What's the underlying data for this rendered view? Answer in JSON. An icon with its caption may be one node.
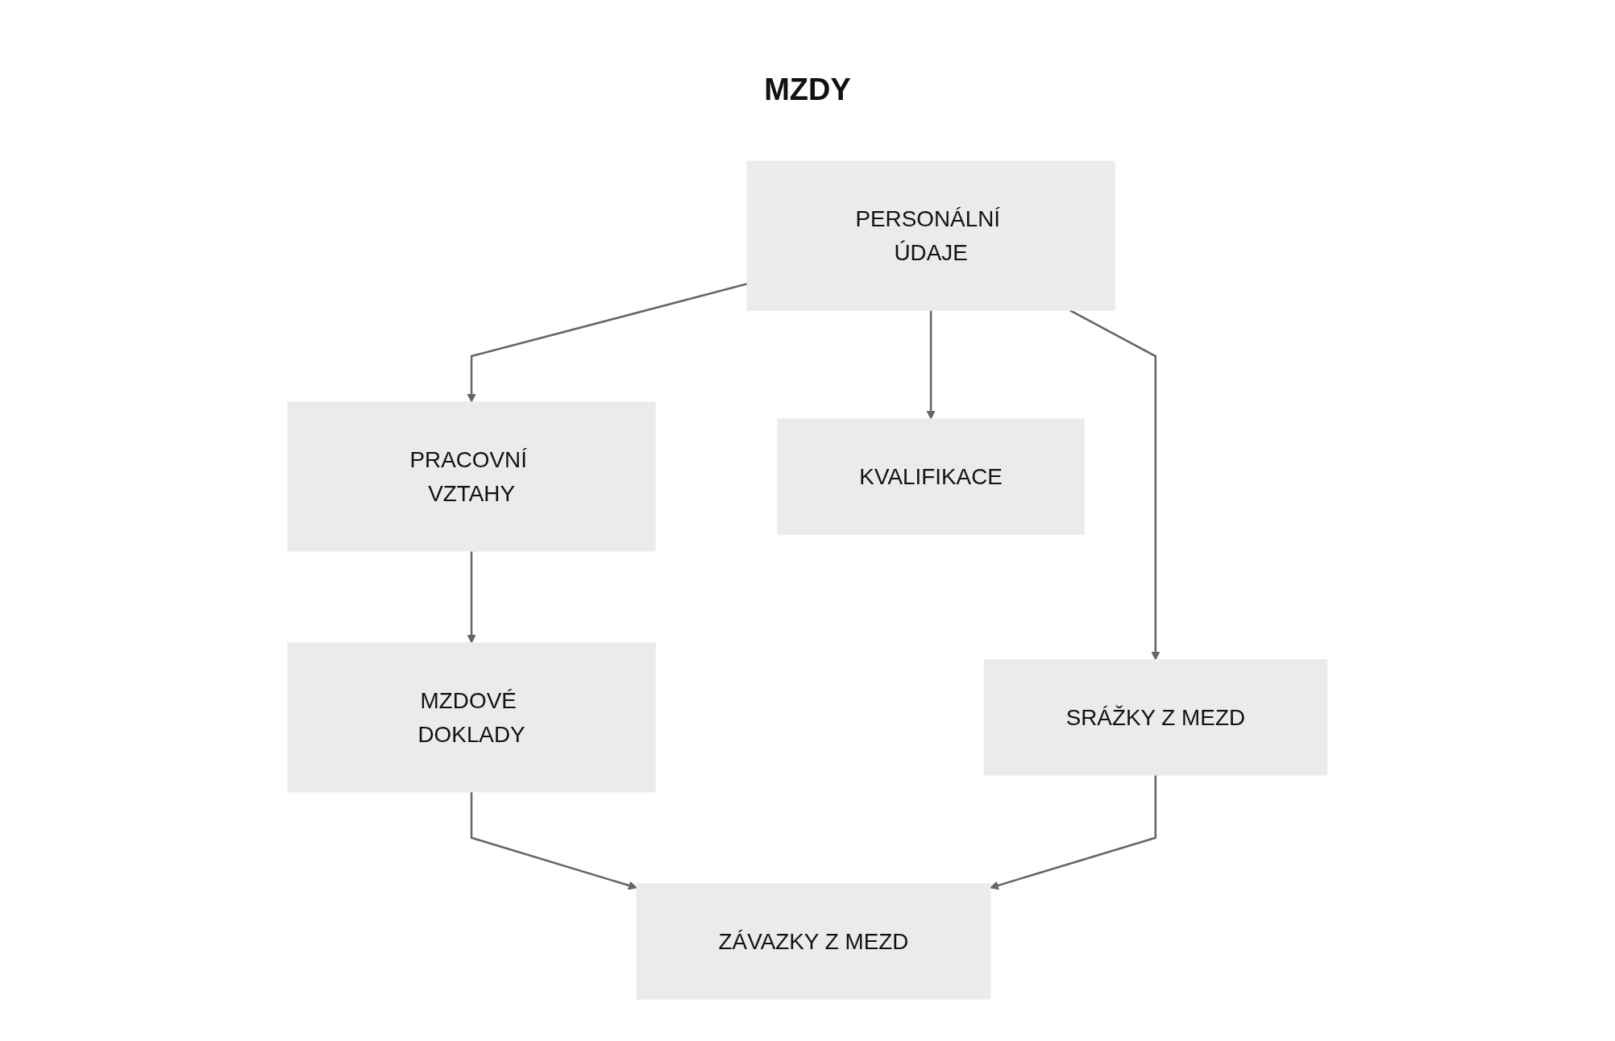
{
  "diagram": {
    "title": "MZDY",
    "nodes": [
      {
        "text": [
          "PERSONÁLNÍ ÚDAJE"
        ]
      },
      {
        "text": [
          "SRÁŽKY Z MEZD"
        ]
      },
      {
        "text": [
          "PRACOVNÍ VZTAHY"
        ]
      },
      {
        "text": [
          "KVALIFIKACE"
        ]
      },
      {
        "text": [
          "MZDOVÉ DOKLADY"
        ]
      },
      {
        "text": [
          "ZÁVAZKY Z MEZD"
        ]
      }
    ],
    "edges": [
      {
        "from": 0,
        "to": 1,
        "arrow": "to"
      },
      {
        "from": 0,
        "to": 2,
        "arrow": "to"
      },
      {
        "from": 0,
        "to": 3,
        "arrow": "to"
      },
      {
        "from": 2,
        "to": 4,
        "arrow": "to"
      },
      {
        "from": 4,
        "to": 5,
        "arrow": "to"
      },
      {
        "from": 1,
        "to": 5,
        "arrow": "to"
      }
    ]
  }
}
